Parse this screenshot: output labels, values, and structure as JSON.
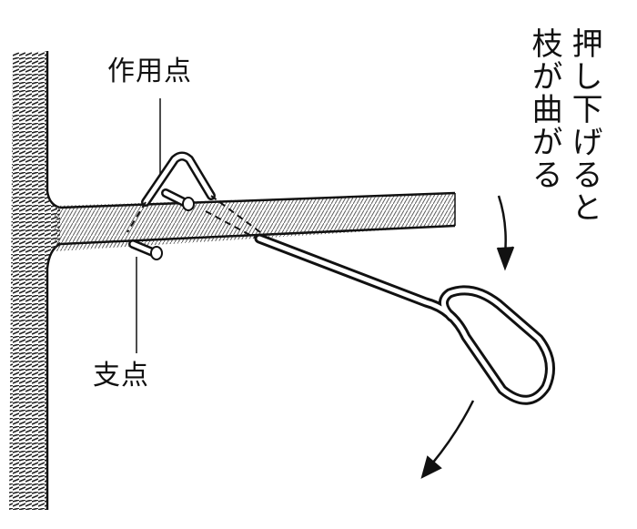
{
  "labels": {
    "action_point": "作用点",
    "fulcrum": "支点"
  },
  "caption": {
    "line1": "押し下げると",
    "line2": "枝が曲がる"
  },
  "colors": {
    "ink": "#111111",
    "background": "#ffffff"
  }
}
